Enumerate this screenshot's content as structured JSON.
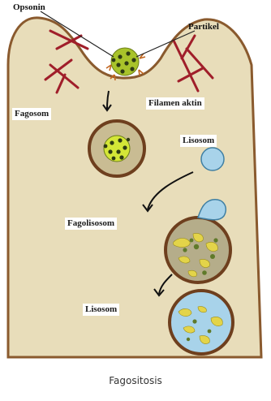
{
  "labels": {
    "opsonin": "Opsonin",
    "partikel": "Partikel",
    "filamen_aktin": "Filamen aktin",
    "fagosom": "Fagosom",
    "lisosom_top": "Lisosom",
    "fagolisosom": "Fagolisosom",
    "lisosom_bottom": "Lisosom"
  },
  "caption": "Fagositosis",
  "colors": {
    "cytoplasm": "#e8ddba",
    "membrane": "#8a5a2e",
    "actin": "#a01e2a",
    "particle": "#a8c32a",
    "lysosome": "#a8d3ea",
    "phagolysosome_fill": "#b5ad8a",
    "vesicle_edge": "#6e3f1e"
  }
}
